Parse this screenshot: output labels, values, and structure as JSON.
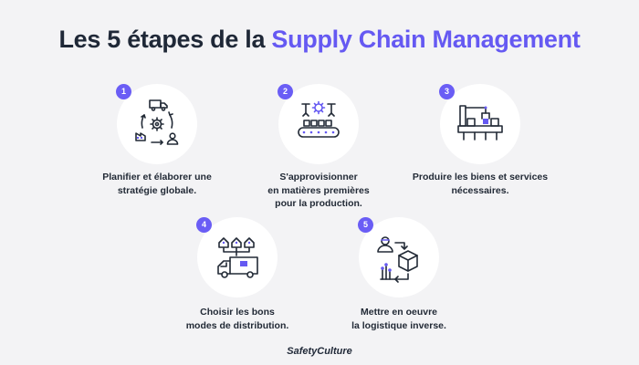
{
  "title": {
    "prefix": "Les 5 étapes de la ",
    "highlight": "Supply Chain Management"
  },
  "steps": [
    {
      "number": "1",
      "label": "Planifier et élaborer une\nstratégie globale.",
      "icon": "planning-cycle-icon"
    },
    {
      "number": "2",
      "label": "S'approvisionner\nen matières premières\npour la production.",
      "icon": "sourcing-conveyor-icon"
    },
    {
      "number": "3",
      "label": "Produire les biens et services\nnécessaires.",
      "icon": "production-robot-icon"
    },
    {
      "number": "4",
      "label": "Choisir les bons\nmodes de distribution.",
      "icon": "distribution-truck-icon"
    },
    {
      "number": "5",
      "label": "Mettre en oeuvre\nla logistique inverse.",
      "icon": "reverse-logistics-icon"
    }
  ],
  "footer": {
    "brand": "SafetyCulture"
  },
  "colors": {
    "accent": "#6559f2",
    "text": "#1f2837",
    "background": "#f3f3f5",
    "circle": "#ffffff"
  }
}
